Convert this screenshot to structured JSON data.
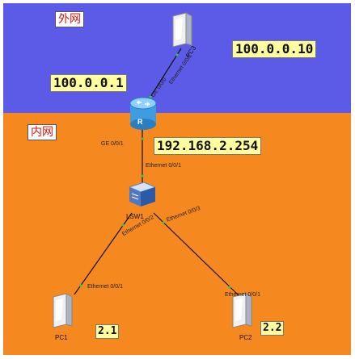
{
  "zones": {
    "outer": {
      "label": "外网",
      "color": "#5b5be8"
    },
    "inner": {
      "label": "内网",
      "color": "#f5891f"
    }
  },
  "addresses": {
    "pc3": "100.0.0.10",
    "router_wan": "100.0.0.1",
    "router_lan": "192.168.2.254",
    "pc1": "2.1",
    "pc2": "2.2"
  },
  "devices": {
    "pc3": {
      "name": "PC3",
      "icon": "pc-icon"
    },
    "router": {
      "name": "R",
      "icon": "router-icon"
    },
    "switch": {
      "name": "LSW1",
      "icon": "switch-icon"
    },
    "pc1": {
      "name": "PC1",
      "icon": "pc-icon"
    },
    "pc2": {
      "name": "PC2",
      "icon": "pc-icon"
    }
  },
  "ports": {
    "pc3_port": "Ethernet 0/0/1",
    "router_ge00": "GE 0/0/0",
    "router_ge01": "GE 0/0/1",
    "switch_up": "Ethernet 0/0/1",
    "switch_left": "Ethernet 0/0/2",
    "switch_right": "Ethernet 0/0/3",
    "pc1_port": "Ethernet 0/0/1",
    "pc2_port": "Ethernet 0/0/1"
  },
  "colors": {
    "link": "#111111",
    "label_bg": "#ffffa0",
    "tag_text": "#d41414"
  }
}
